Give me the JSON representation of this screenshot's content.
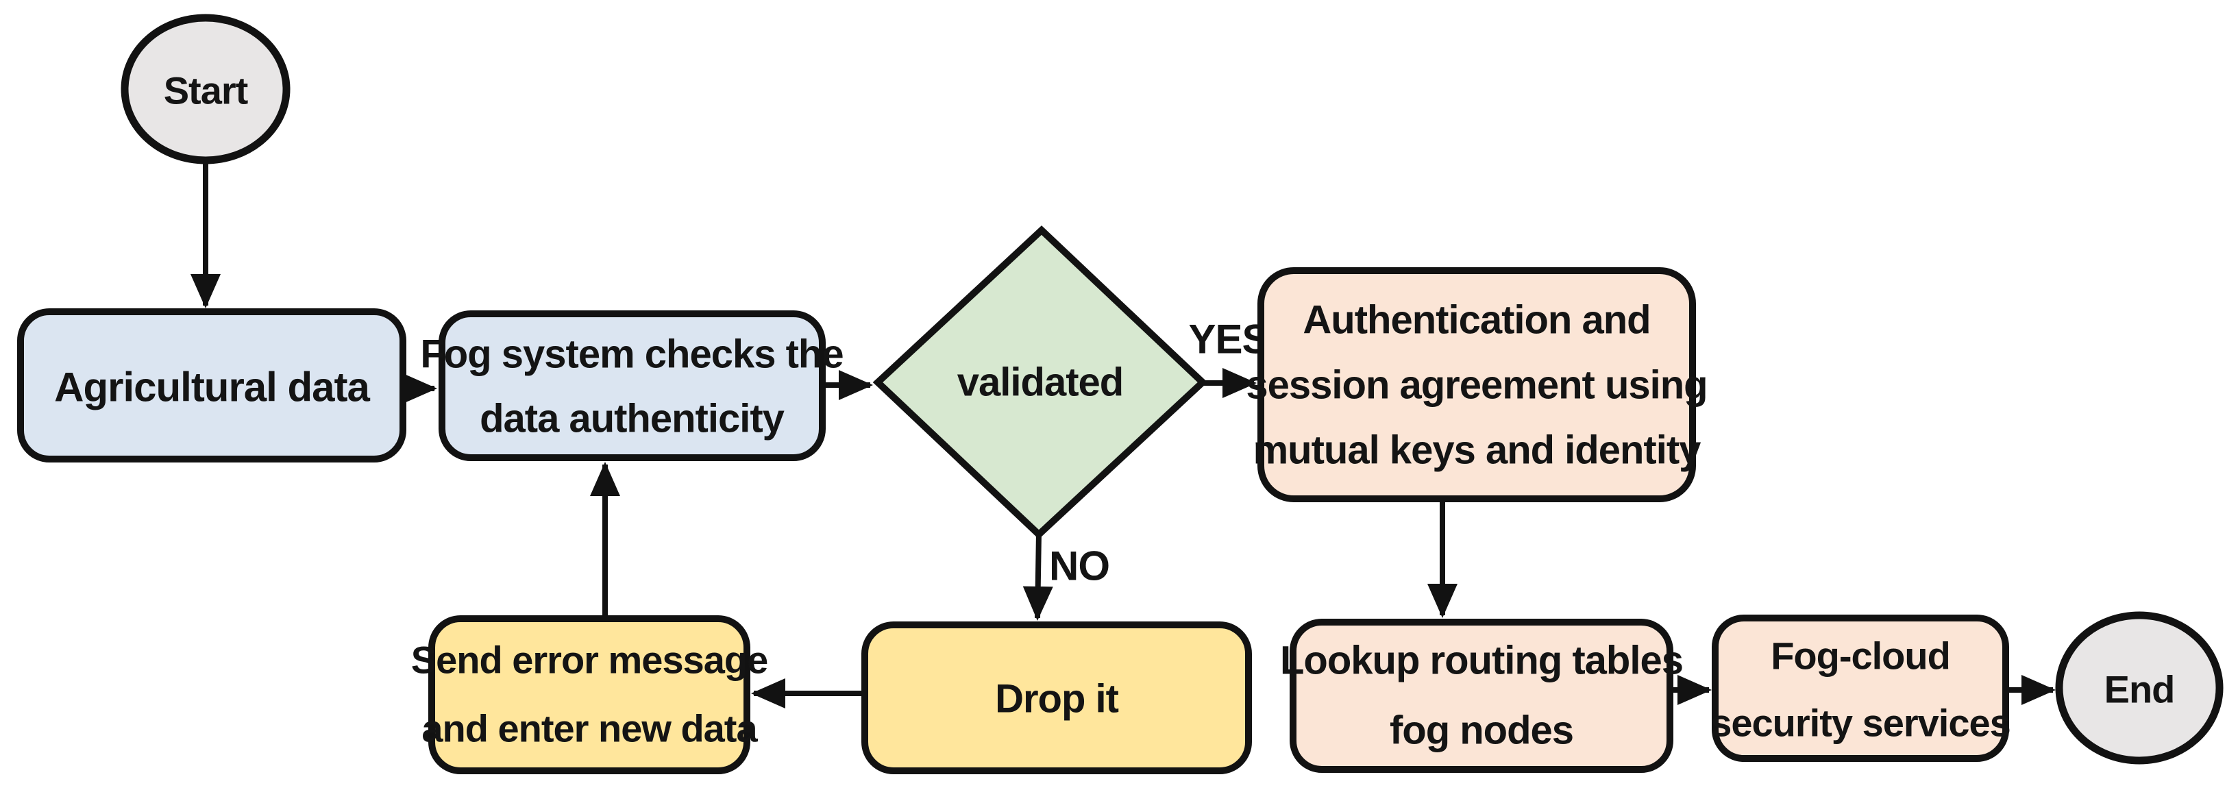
{
  "diagram": {
    "background": "#ffffff",
    "stroke_color": "#121212",
    "nodes": {
      "start": {
        "type": "terminator",
        "label": "Start",
        "fill": "#e8e6e6"
      },
      "agricultural_data": {
        "type": "process",
        "fill": "#dbe5f1",
        "lines": [
          "Agricultural data"
        ]
      },
      "fog_system": {
        "type": "process",
        "fill": "#dbe5f1",
        "lines": [
          "Fog system checks the",
          "data authenticity"
        ]
      },
      "validated": {
        "type": "decision",
        "label": "validated",
        "fill": "#d7e8d0"
      },
      "authentication": {
        "type": "process",
        "fill": "#fbe5d6",
        "lines": [
          "Authentication and",
          "session agreement using",
          "mutual keys and identity"
        ]
      },
      "drop_it": {
        "type": "process",
        "fill": "#ffe69c",
        "lines": [
          "Drop it"
        ]
      },
      "send_error": {
        "type": "process",
        "fill": "#ffe69c",
        "lines": [
          "Send error message",
          "and enter new data"
        ]
      },
      "lookup_routing": {
        "type": "process",
        "fill": "#fbe5d6",
        "lines": [
          "Lookup routing tables",
          "fog nodes"
        ]
      },
      "fog_cloud": {
        "type": "process",
        "fill": "#fbe5d6",
        "lines": [
          "Fog-cloud",
          "security services"
        ]
      },
      "end": {
        "type": "terminator",
        "label": "End",
        "fill": "#e8e6e6"
      }
    },
    "edge_labels": {
      "yes": "YES",
      "no": "NO"
    }
  }
}
